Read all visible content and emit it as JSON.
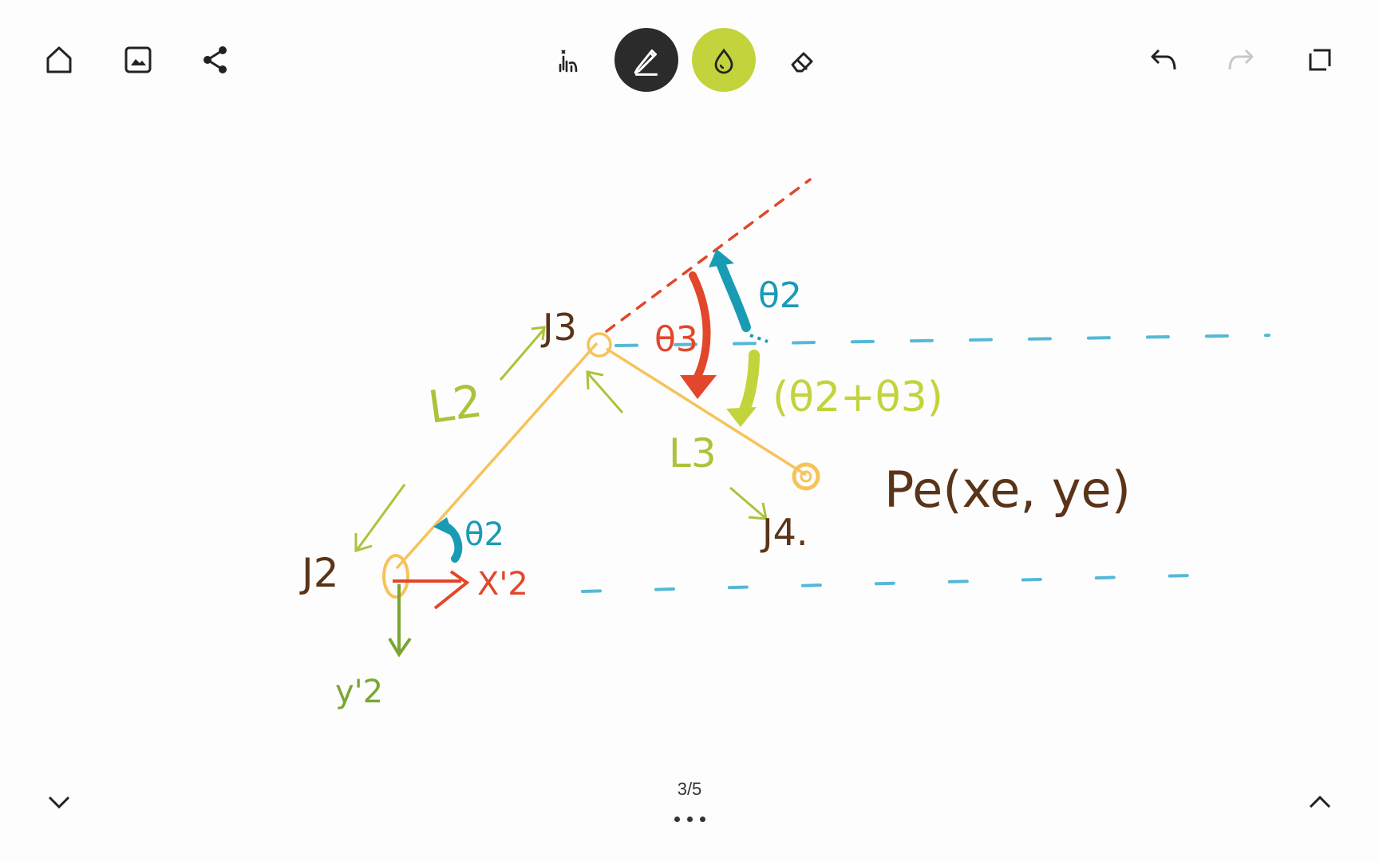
{
  "toolbar": {
    "left": [
      {
        "name": "home-button",
        "icon": "home-icon"
      },
      {
        "name": "image-button",
        "icon": "image-icon"
      },
      {
        "name": "share-button",
        "icon": "share-icon"
      }
    ],
    "center": [
      {
        "name": "lasso-select-button",
        "icon": "lasso-hand-icon"
      },
      {
        "name": "pen-tool-button",
        "icon": "pen-icon",
        "active": true,
        "color": "#2b2b2b"
      },
      {
        "name": "highlighter-button",
        "icon": "ink-drop-icon",
        "color": "#c3d33c"
      },
      {
        "name": "eraser-button",
        "icon": "eraser-icon"
      }
    ],
    "right": [
      {
        "name": "undo-button",
        "icon": "undo-icon"
      },
      {
        "name": "redo-button",
        "icon": "redo-icon",
        "disabled": true
      },
      {
        "name": "fullscreen-button",
        "icon": "fullscreen-icon"
      }
    ]
  },
  "canvas": {
    "labels": {
      "j3": "J3",
      "j2": "J2",
      "j4": "J4.",
      "l2": "L2",
      "l3": "L3",
      "theta2_top": "θ2",
      "theta3": "θ3",
      "theta_sum": "(θ2+θ3)",
      "theta2_bottom": "θ2",
      "x2": "X'2",
      "y2": "y'2",
      "pe": "Pe(xe, ye)"
    },
    "colors": {
      "brown": "#5a3418",
      "orange_link": "#f6c35a",
      "green": "#a9c43a",
      "dark_green": "#7aa632",
      "red": "#e2472b",
      "teal": "#1a9bb4",
      "dashed_blue": "#55b8d6"
    }
  },
  "footer": {
    "page_counter": "3/5"
  }
}
